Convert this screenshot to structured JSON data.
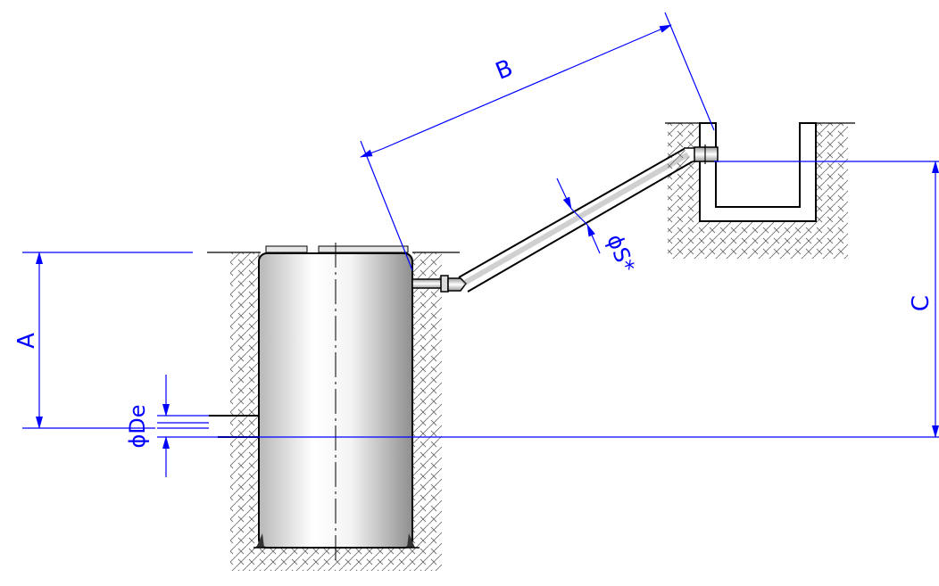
{
  "labels": {
    "A": "A",
    "B": "B",
    "C": "C",
    "De": "ϕDe",
    "S": "ϕS*"
  },
  "colors": {
    "dimension": "#0000ff",
    "outline": "#000000",
    "tank_light": "#ffffff",
    "tank_dark": "#9c9c9c",
    "hatch": "#6a6a6a"
  }
}
